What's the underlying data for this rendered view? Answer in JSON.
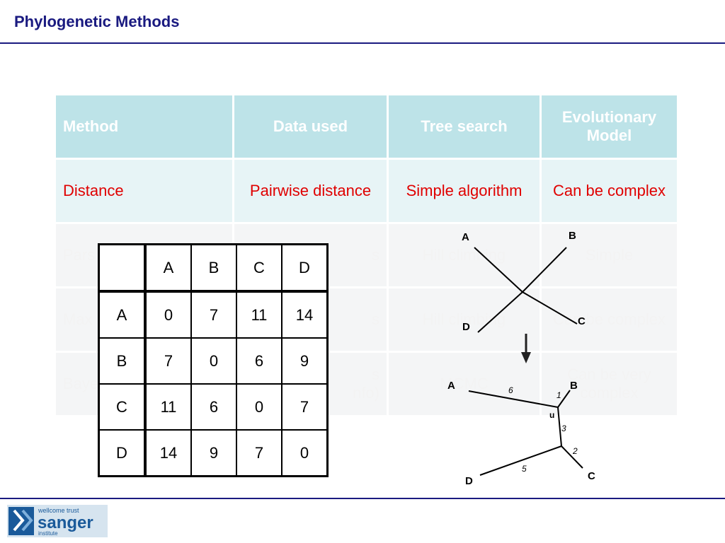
{
  "header": {
    "title": "Phylogenetic Methods"
  },
  "methods_table": {
    "headers": [
      "Method",
      "Data used",
      "Tree search",
      "Evolutionary Model"
    ],
    "rows": [
      [
        "Distance",
        "Pairwise distance",
        "Simple algorithm",
        "Can be complex"
      ],
      [
        "Pars",
        "s",
        "Hill climbing",
        "Simple"
      ],
      [
        "Max",
        "s",
        "Hill climbing",
        "Can be complex"
      ],
      [
        "Baye",
        "s\nnfo)",
        "MCMC",
        "Can be very complex"
      ]
    ]
  },
  "distance_matrix": {
    "headers": [
      "",
      "A",
      "B",
      "C",
      "D"
    ],
    "rows": [
      [
        "A",
        "0",
        "7",
        "11",
        "14"
      ],
      [
        "B",
        "7",
        "0",
        "6",
        "9"
      ],
      [
        "C",
        "11",
        "6",
        "0",
        "7"
      ],
      [
        "D",
        "14",
        "9",
        "7",
        "0"
      ]
    ]
  },
  "tree_unrooted": {
    "labels": [
      "A",
      "B",
      "C",
      "D"
    ]
  },
  "tree_weighted": {
    "labels": [
      "A",
      "B",
      "C",
      "D"
    ],
    "node_label": "u",
    "branch_lengths": [
      "6",
      "1",
      "3",
      "2",
      "5"
    ]
  },
  "logo": {
    "line1": "wellcome trust",
    "line2": "sanger",
    "line3": "institute",
    "color": "#1a5a9a"
  },
  "colors": {
    "accent": "#1a1a80",
    "header_fill": "#bde3e8",
    "distance_text": "#e00000"
  }
}
